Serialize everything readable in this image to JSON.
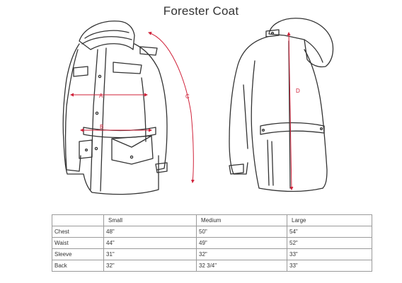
{
  "title": "Forester Coat",
  "measurement_labels": [
    "A",
    "B",
    "C",
    "D"
  ],
  "colors": {
    "line": "#333333",
    "measure": "#d0223a",
    "table_border": "#9a9a9a"
  },
  "table": {
    "columns": [
      "",
      "Small",
      "Medium",
      "Large"
    ],
    "rows": [
      {
        "label": "Chest",
        "values": [
          "48\"",
          "50\"",
          "54\""
        ]
      },
      {
        "label": "Waist",
        "values": [
          "44\"",
          "49\"",
          "52\""
        ]
      },
      {
        "label": "Sleeve",
        "values": [
          "31\"",
          "32\"",
          "33\""
        ]
      },
      {
        "label": "Back",
        "values": [
          "32\"",
          "32 3/4\"",
          "33\""
        ]
      }
    ]
  }
}
